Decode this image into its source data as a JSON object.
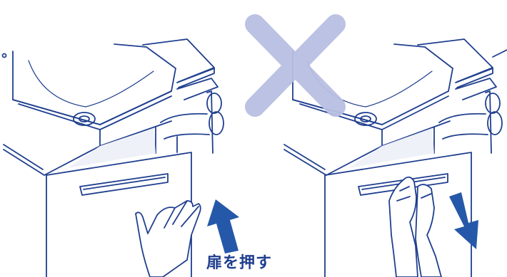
{
  "caption": "扉を押す",
  "colors": {
    "line": "#1f3f8f",
    "arrow": "#2558a8",
    "cross": "#b8bfe2",
    "shade": "#eef1f8"
  },
  "panels": [
    {
      "name": "correct-panel",
      "action": "push-door"
    },
    {
      "name": "incorrect-panel",
      "action": "pull-handle"
    }
  ],
  "marks": {
    "incorrect_marker": "cross-icon",
    "push_direction": "up-arrow-icon",
    "pull_direction": "down-arrow-icon"
  }
}
